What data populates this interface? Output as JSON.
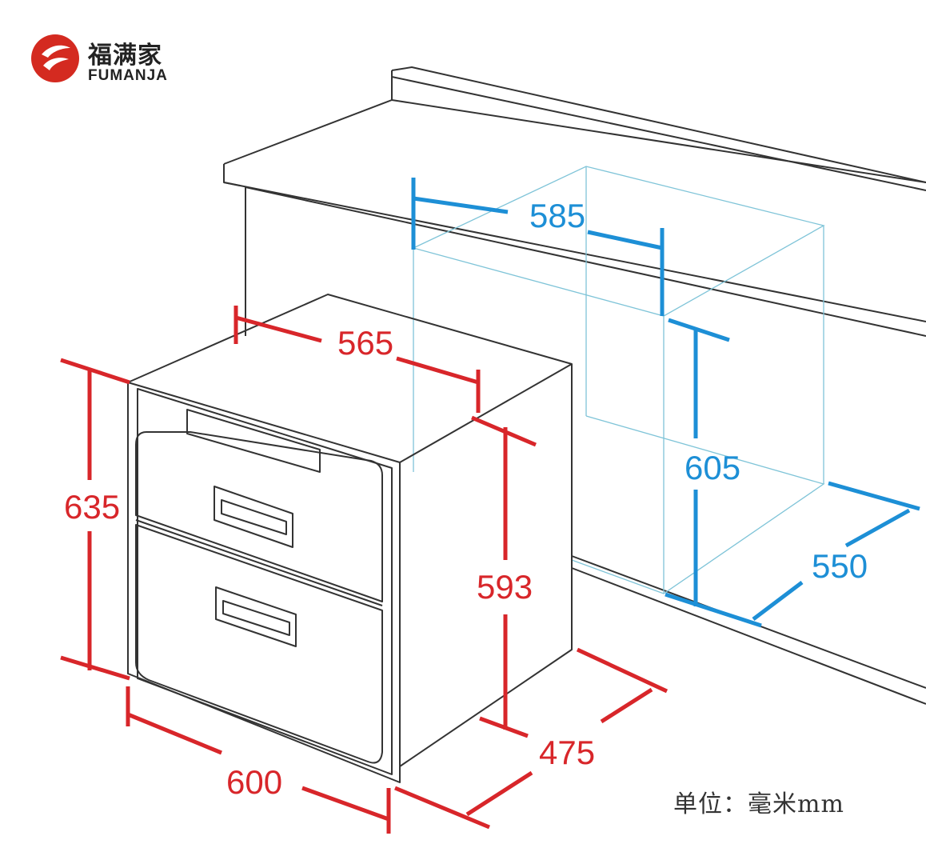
{
  "brand": {
    "name_cn": "福满家",
    "name_en": "FUMANJA",
    "logo_color": "#d42a20"
  },
  "dimensions": {
    "cabinet_width": "585",
    "cabinet_height": "605",
    "cabinet_depth": "550",
    "top_width": "565",
    "total_height": "635",
    "body_height": "593",
    "front_width": "600",
    "body_depth": "475"
  },
  "unit_label": "单位：毫米mm",
  "colors": {
    "appliance_dimension": "#d8262a",
    "cabinet_dimension": "#1d8fd6",
    "cabinet_outline": "#7fc4d8",
    "line_art": "#333333"
  }
}
